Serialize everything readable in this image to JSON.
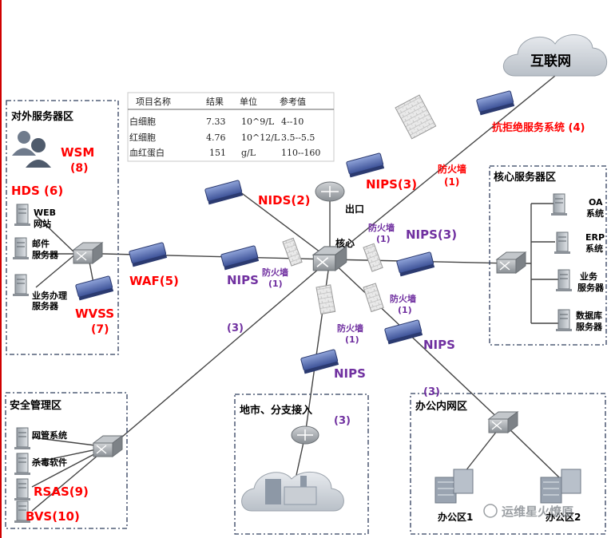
{
  "internet": "互联网",
  "zones": {
    "external": "对外服务器区",
    "core_servers": "核心服务器区",
    "security": "安全管理区",
    "branch": "地市、分支接入",
    "office": "办公内网区"
  },
  "table": {
    "headers": [
      "项目名称",
      "结果",
      "单位",
      "参考值"
    ],
    "rows": [
      [
        "白细胞",
        "7.33",
        "10^9/L",
        "4--10"
      ],
      [
        "红细胞",
        "4.76",
        "10^12/L",
        "3.5--5.5"
      ],
      [
        "血红蛋白",
        "151",
        "g/L",
        "110--160"
      ]
    ]
  },
  "labels": {
    "wsm": "WSM",
    "wsm_n": "(8)",
    "hds": "HDS  (6)",
    "web": "WEB",
    "web2": "网站",
    "mail": "邮件",
    "mail2": "服务器",
    "biz": "业务办理",
    "biz2": "服务器",
    "wvss": "WVSS",
    "wvss_n": "(7)",
    "waf": "WAF(5)",
    "nips_left": "NIPS",
    "nids": "NIDS(2)",
    "ddos": "抗拒绝服务系统 (4)",
    "nips_top": "NIPS(3)",
    "fw_top": "防火墙",
    "fw_top_n": "(1)",
    "exit": "出口",
    "core": "核心",
    "fw_ul": "防火墙",
    "fw_ul_n": "(1)",
    "fw_left": "防火墙",
    "fw_left_n": "(1)",
    "nips_right": "NIPS(3)",
    "fw_dr": "防火墙",
    "fw_dr_n": "(1)",
    "fw_dl": "防火墙",
    "fw_dl_n": "(1)",
    "nips_br": "NIPS",
    "nips_bc": "NIPS",
    "link3_left": "(3)",
    "link3_mid": "(3)",
    "link3_right": "(3)",
    "oa": "OA",
    "oa2": "系统",
    "erp": "ERP",
    "erp2": "系统",
    "bizsrv": "业务",
    "bizsrv2": "服务器",
    "db": "数据库",
    "db2": "服务器",
    "netmgmt": "网管系统",
    "antivirus": "杀毒软件",
    "rsas": "RSAS(9)",
    "bvs": "BVS(10)",
    "office1": "办公区1",
    "office2": "办公区2",
    "watermark": "运维星火燎原"
  }
}
